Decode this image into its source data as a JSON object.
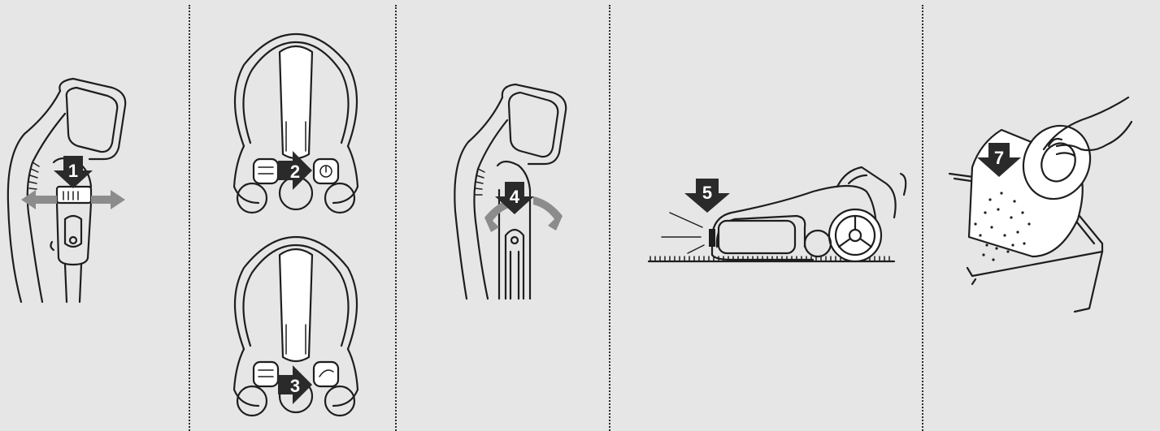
{
  "steps": [
    {
      "number": "1"
    },
    {
      "number": "2"
    },
    {
      "number": "3"
    },
    {
      "number": "4"
    },
    {
      "number": "5"
    },
    {
      "number": "7"
    }
  ],
  "colors": {
    "background": "#e6e6e6",
    "line": "#1e1e1e",
    "step_arrow": "#2a2a2a",
    "direction_arrow": "#8c8c8c"
  }
}
